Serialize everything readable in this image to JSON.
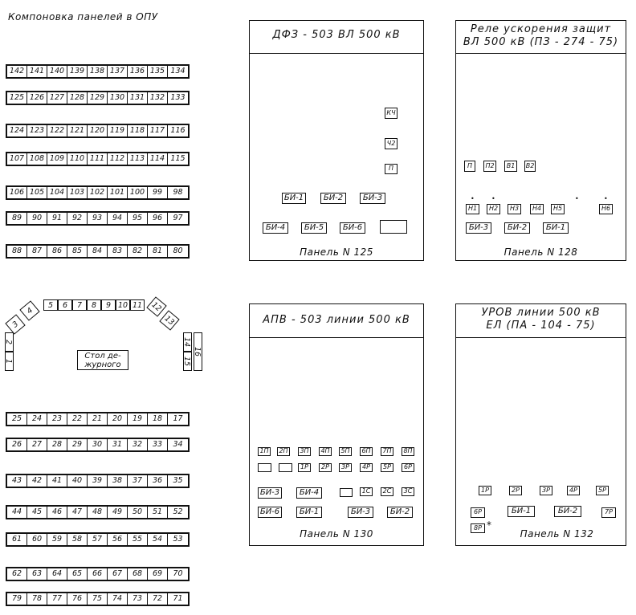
{
  "header": "Компоновка панелей в ОПУ",
  "rows_top": [
    [
      "142",
      "141",
      "140",
      "139",
      "138",
      "137",
      "136",
      "135",
      "134"
    ],
    [
      "125",
      "126",
      "127",
      "128",
      "129",
      "130",
      "131",
      "132",
      "133"
    ],
    [
      "124",
      "123",
      "122",
      "121",
      "120",
      "119",
      "118",
      "117",
      "116"
    ],
    [
      "107",
      "108",
      "109",
      "110",
      "111",
      "112",
      "113",
      "114",
      "115"
    ],
    [
      "106",
      "105",
      "104",
      "103",
      "102",
      "101",
      "100",
      "99",
      "98"
    ],
    [
      "89",
      "90",
      "91",
      "92",
      "93",
      "94",
      "95",
      "96",
      "97"
    ],
    [
      "88",
      "87",
      "86",
      "85",
      "84",
      "83",
      "82",
      "81",
      "80"
    ]
  ],
  "rows_bottom": [
    [
      "25",
      "24",
      "23",
      "22",
      "21",
      "20",
      "19",
      "18",
      "17"
    ],
    [
      "26",
      "27",
      "28",
      "29",
      "30",
      "31",
      "32",
      "33",
      "34"
    ],
    [
      "43",
      "42",
      "41",
      "40",
      "39",
      "38",
      "37",
      "36",
      "35"
    ],
    [
      "44",
      "45",
      "46",
      "47",
      "48",
      "49",
      "50",
      "51",
      "52"
    ],
    [
      "61",
      "60",
      "59",
      "58",
      "57",
      "56",
      "55",
      "54",
      "53"
    ],
    [
      "62",
      "63",
      "64",
      "65",
      "66",
      "67",
      "68",
      "69",
      "70"
    ],
    [
      "79",
      "78",
      "77",
      "76",
      "75",
      "74",
      "73",
      "72",
      "71"
    ]
  ],
  "desk": {
    "label": [
      "Стол де-",
      "журного"
    ],
    "cells": [
      "1",
      "2",
      "3",
      "4",
      "5",
      "6",
      "7",
      "8",
      "9",
      "10",
      "11",
      "12",
      "13",
      "14",
      "15",
      "16"
    ]
  },
  "panels": [
    {
      "title": [
        "ДФЗ - 503  ВЛ  500 кВ"
      ],
      "label": "Панель  N 125",
      "boxes": [
        "КЧ",
        "Ч2",
        "П",
        "БИ-1",
        "БИ-2",
        "БИ-3",
        "БИ-4",
        "БИ-5",
        "БИ-6",
        ""
      ]
    },
    {
      "title": [
        "Реле  ускорения  защит",
        "ВЛ 500 кВ (ПЗ - 274 - 75)"
      ],
      "label": "Панель  N 128",
      "boxes": [
        "П",
        "П2",
        "В1",
        "В2",
        "Н1",
        "Н2",
        "Н3",
        "Н4",
        "Н5",
        "Н6",
        "БИ-3",
        "БИ-2",
        "БИ-1"
      ]
    },
    {
      "title": [
        "АПВ - 503  линии  500 кВ"
      ],
      "label": "Панель  N 130",
      "boxes": [
        "1П",
        "2П",
        "3П",
        "4П",
        "5П",
        "6П",
        "7П",
        "8П",
        "",
        "",
        "1Р",
        "2Р",
        "3Р",
        "4Р",
        "5Р",
        "6Р",
        "БИ-3",
        "БИ-4",
        "",
        "1С",
        "2С",
        "3С",
        "БИ-6",
        "БИ-1",
        "БИ-3",
        "БИ-2"
      ]
    },
    {
      "title": [
        "УРОВ  линии  500 кВ",
        "ЕЛ (ПА - 104 - 75)"
      ],
      "label": "Панель  N 132",
      "boxes": [
        "1Р",
        "2Р",
        "3Р",
        "4Р",
        "5Р",
        "6Р",
        "БИ-1",
        "БИ-2",
        "7Р",
        "8Р"
      ],
      "note": "*"
    }
  ]
}
